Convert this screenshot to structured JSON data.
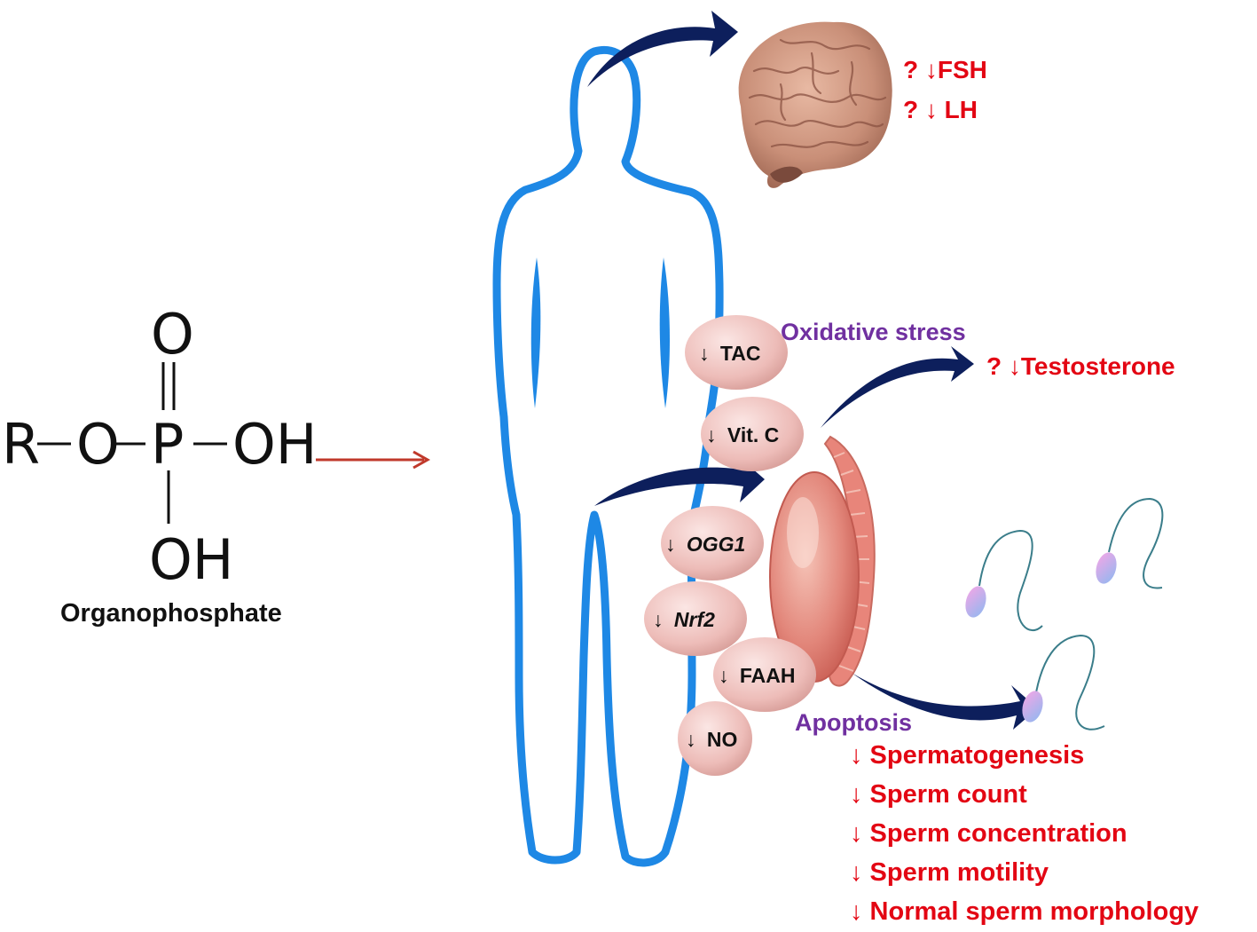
{
  "chemical": {
    "r": "R",
    "o_left": "O",
    "p": "P",
    "oh_right": "OH",
    "o_top": "O",
    "oh_bottom": "OH",
    "name": "Organophosphate"
  },
  "brain_effects": [
    "? ↓FSH",
    "? ↓ LH"
  ],
  "oxidative_label": "Oxidative stress",
  "testosterone_label": "? ↓Testosterone",
  "apoptosis_label": "Apoptosis",
  "markers": [
    {
      "arrow": "↓",
      "text": "TAC",
      "italic": false
    },
    {
      "arrow": "↓",
      "text": "Vit. C",
      "italic": false
    },
    {
      "arrow": "↓",
      "text": "OGG1",
      "italic": true
    },
    {
      "arrow": "↓",
      "text": "Nrf2",
      "italic": true
    },
    {
      "arrow": "↓",
      "text": "FAAH",
      "italic": false
    },
    {
      "arrow": "↓",
      "text": "NO",
      "italic": false
    }
  ],
  "sperm_effects": [
    "↓ Spermatogenesis",
    "↓ Sperm count",
    "↓ Sperm concentration",
    "↓ Sperm motility",
    "↓ Normal sperm morphology"
  ],
  "colors": {
    "body_outline": "#1e88e5",
    "curved_arrows": "#0d1f5c",
    "input_arrow": "#c0392b",
    "effect_text": "#e30613",
    "process_text": "#7030a0",
    "marker_fill": "#efc3c0"
  },
  "icons": [
    "brain-icon",
    "testis-icon",
    "sperm-icon",
    "human-silhouette-icon"
  ]
}
